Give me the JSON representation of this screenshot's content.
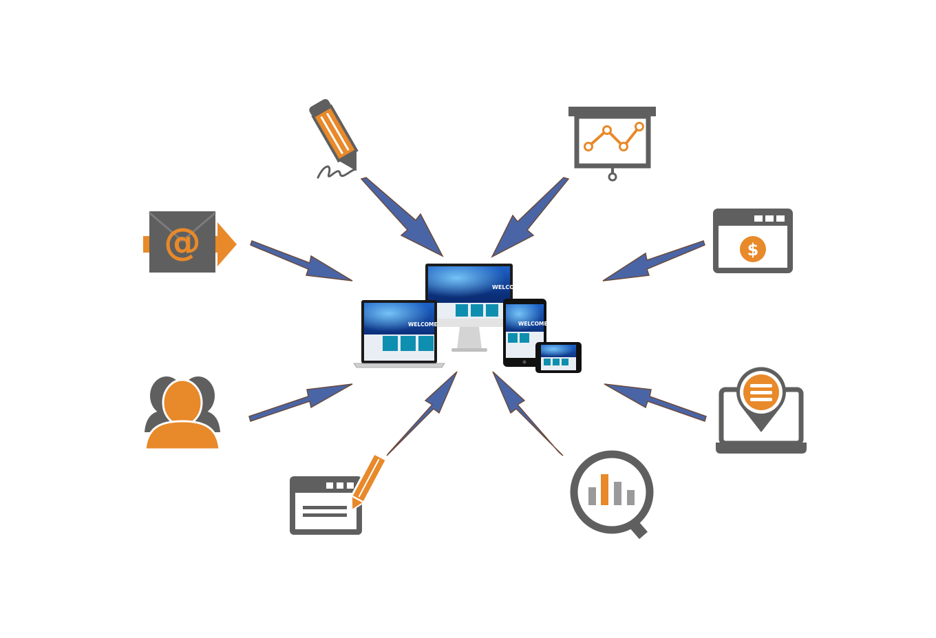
{
  "diagram": {
    "hub": {
      "name": "responsive-devices",
      "screen_title": "WELCOME"
    },
    "nodes": [
      {
        "id": "content-writing",
        "icon": "pen-icon"
      },
      {
        "id": "analytics-presentation",
        "icon": "presentation-chart-icon"
      },
      {
        "id": "email-marketing",
        "icon": "email-at-icon"
      },
      {
        "id": "ecommerce-payment",
        "icon": "browser-dollar-icon"
      },
      {
        "id": "social-audience",
        "icon": "users-icon"
      },
      {
        "id": "local-seo",
        "icon": "laptop-location-pin-icon"
      },
      {
        "id": "web-content-editing",
        "icon": "browser-pencil-icon"
      },
      {
        "id": "seo-research",
        "icon": "magnifier-bar-chart-icon"
      }
    ],
    "colors": {
      "accent_orange": "#e8892a",
      "icon_gray": "#5f5f5f",
      "arrow_blue": "#4a65a6",
      "arrow_shadow": "#7a4a35",
      "screen_blue": "#0d3a8a"
    }
  }
}
